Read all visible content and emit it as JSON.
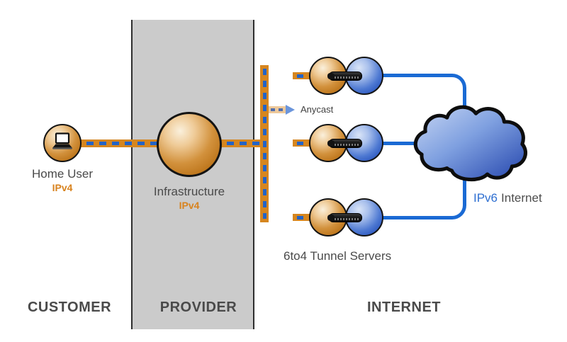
{
  "zones": {
    "customer": "CUSTOMER",
    "provider": "PROVIDER",
    "internet": "INTERNET"
  },
  "nodes": {
    "home_user": {
      "label": "Home User",
      "protocol": "IPv4"
    },
    "infrastructure": {
      "label": "Infrastructure",
      "protocol": "IPv4"
    },
    "tunnel_servers": {
      "label": "6to4 Tunnel Servers",
      "count": 3
    },
    "ipv6_internet": {
      "highlight": "IPv6",
      "label": "Internet"
    }
  },
  "annotations": {
    "anycast": "Anycast"
  },
  "colors": {
    "ipv4_orange": "#D6861F",
    "dash_blue": "#2363C6",
    "ipv6_blue": "#1A6AD4",
    "provider_band_gray": "#CBCBCB",
    "label_gray": "#4A4A4A",
    "protocol_orange": "#D8831F",
    "ipv6_text_blue": "#2E6FD1"
  }
}
